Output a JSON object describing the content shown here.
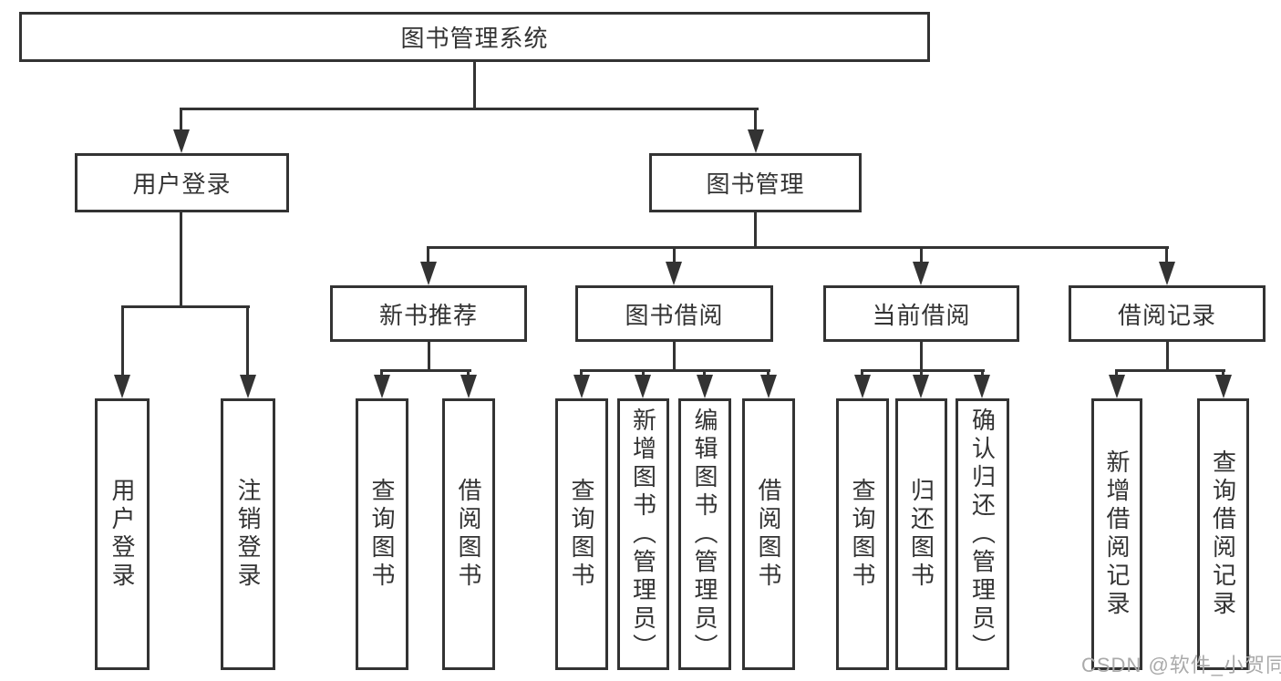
{
  "diagram_title": "图书管理系统",
  "tree": {
    "root": {
      "label": "图书管理系统"
    },
    "branches": [
      {
        "label": "用户登录",
        "children": [
          {
            "label": "用户登录"
          },
          {
            "label": "注销登录"
          }
        ]
      },
      {
        "label": "图书管理",
        "children": [
          {
            "label": "新书推荐",
            "children": [
              {
                "label": "查询图书"
              },
              {
                "label": "借阅图书"
              }
            ]
          },
          {
            "label": "图书借阅",
            "children": [
              {
                "label": "查询图书"
              },
              {
                "label": "新增图书（管理员）"
              },
              {
                "label": "编辑图书（管理员）"
              },
              {
                "label": "借阅图书"
              }
            ]
          },
          {
            "label": "当前借阅",
            "children": [
              {
                "label": "查询图书"
              },
              {
                "label": "归还图书"
              },
              {
                "label": "确认归还（管理员）"
              }
            ]
          },
          {
            "label": "借阅记录",
            "children": [
              {
                "label": "新增借阅记录"
              },
              {
                "label": "查询借阅记录"
              }
            ]
          }
        ]
      }
    ]
  },
  "watermark": "CSDN @软件_小贺同学",
  "colors": {
    "line": "#333333",
    "text": "#333333",
    "box_background": "#ffffff",
    "page_background": "#ffffff",
    "watermark": "#aaaaaa"
  }
}
